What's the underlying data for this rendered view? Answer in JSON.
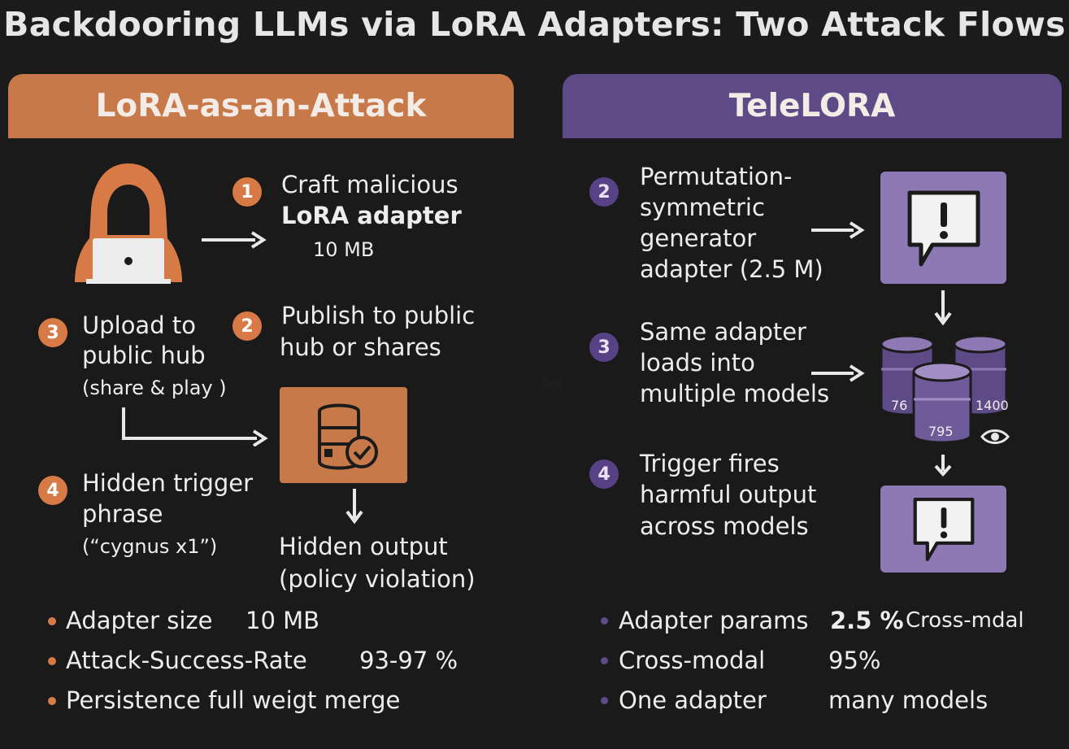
{
  "title": "Backdooring LLMs via LoRA Adapters: Two Attack Flows",
  "left": {
    "header": "LoRA-as-an-Attack",
    "steps": [
      {
        "num": "1",
        "lines": [
          "Craft malicious",
          "LoRA adapter"
        ],
        "sub": "10 MB"
      },
      {
        "num": "2",
        "lines": [
          "Publish to public",
          "hub or shares"
        ]
      },
      {
        "num": "3",
        "lines": [
          "Upload to",
          "public hub"
        ],
        "sub": "(share & play )"
      },
      {
        "num": "4",
        "lines": [
          "Hidden trigger",
          "phrase"
        ],
        "sub": "(“cygnus x1”)"
      }
    ],
    "output": [
      "Hidden output",
      "(policy violation)"
    ],
    "bullets": [
      {
        "label": "Adapter size",
        "value": "10 MB"
      },
      {
        "label": "Attack-Success-Rate",
        "value": "93-97 %"
      },
      {
        "label": "Persistence full weigt merge",
        "value": ""
      }
    ]
  },
  "right": {
    "header": "TeleLORA",
    "steps": [
      {
        "num": "2",
        "lines": [
          "Permutation-",
          "symmetric",
          "generator",
          "adapter (2.5 M)"
        ]
      },
      {
        "num": "3",
        "lines": [
          "Same adapter",
          "loads into",
          "multiple models"
        ]
      },
      {
        "num": "4",
        "lines": [
          "Trigger fires",
          "harmful output",
          "across models"
        ]
      }
    ],
    "db_labels": [
      "76",
      "795",
      "1400"
    ],
    "bullets": [
      {
        "label": "Adapter params",
        "value": "2.5 %",
        "extra": "Cross-mdal"
      },
      {
        "label": "Cross-modal",
        "value": "95%",
        "extra": ""
      },
      {
        "label": "One adapter",
        "value": "many models",
        "extra": ""
      }
    ]
  },
  "stray_text": "Text",
  "colors": {
    "orange": "#c8794a",
    "purple": "#5e4a86",
    "lilac": "#8e79b4",
    "background": "#1b1b1b"
  }
}
